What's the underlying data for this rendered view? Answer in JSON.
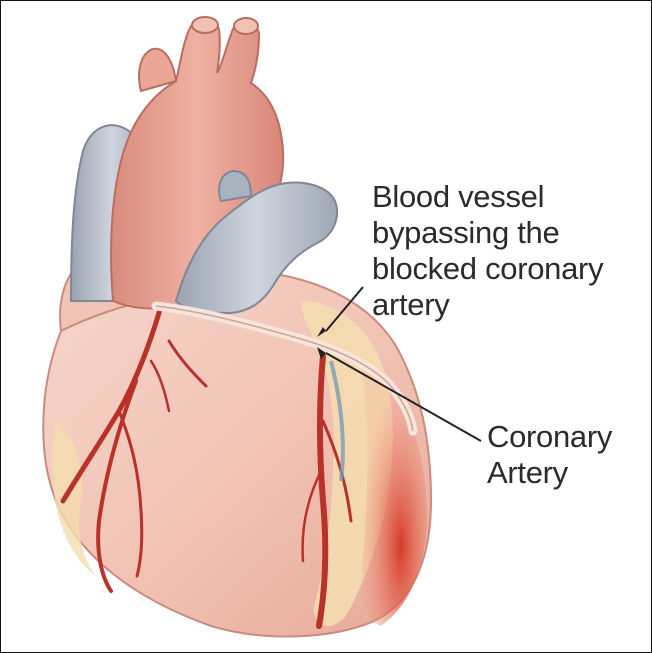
{
  "labels": {
    "bypass": [
      "Blood vessel",
      "bypassing the",
      "blocked coronary",
      "artery"
    ],
    "coronary": [
      "Coronary",
      "Artery"
    ]
  },
  "colors": {
    "aorta": "#e8a191",
    "aorta_shadow": "#c9786c",
    "pulmonary": "#a9b1bd",
    "pulmonary_light": "#cdd3dc",
    "myocardium": "#f3c9bd",
    "fat": "#f4ddb2",
    "vessel": "#c0392b",
    "dark_area": "#e0533f",
    "leader_line": "#222222"
  }
}
